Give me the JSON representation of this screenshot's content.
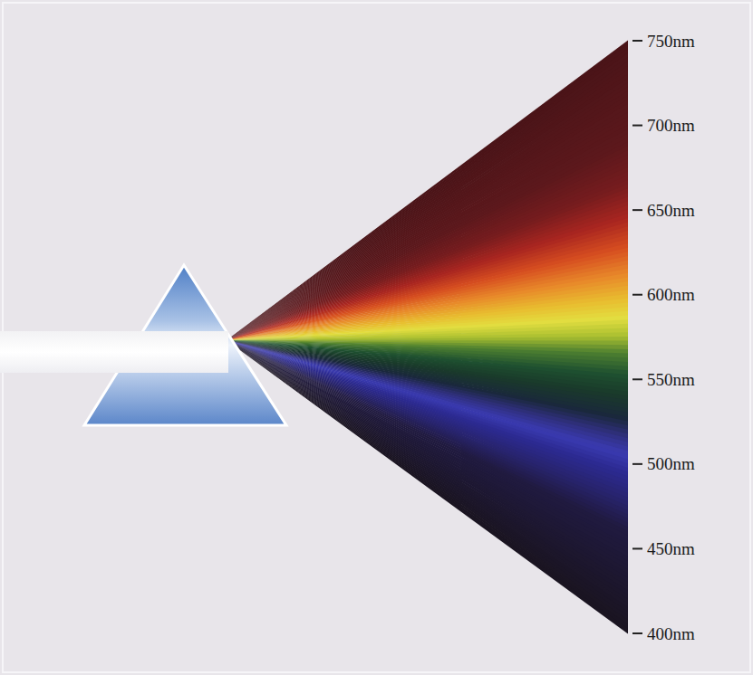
{
  "diagram": {
    "labels": [
      "750nm",
      "700nm",
      "650nm",
      "600nm",
      "550nm",
      "500nm",
      "450nm",
      "400nm"
    ]
  }
}
